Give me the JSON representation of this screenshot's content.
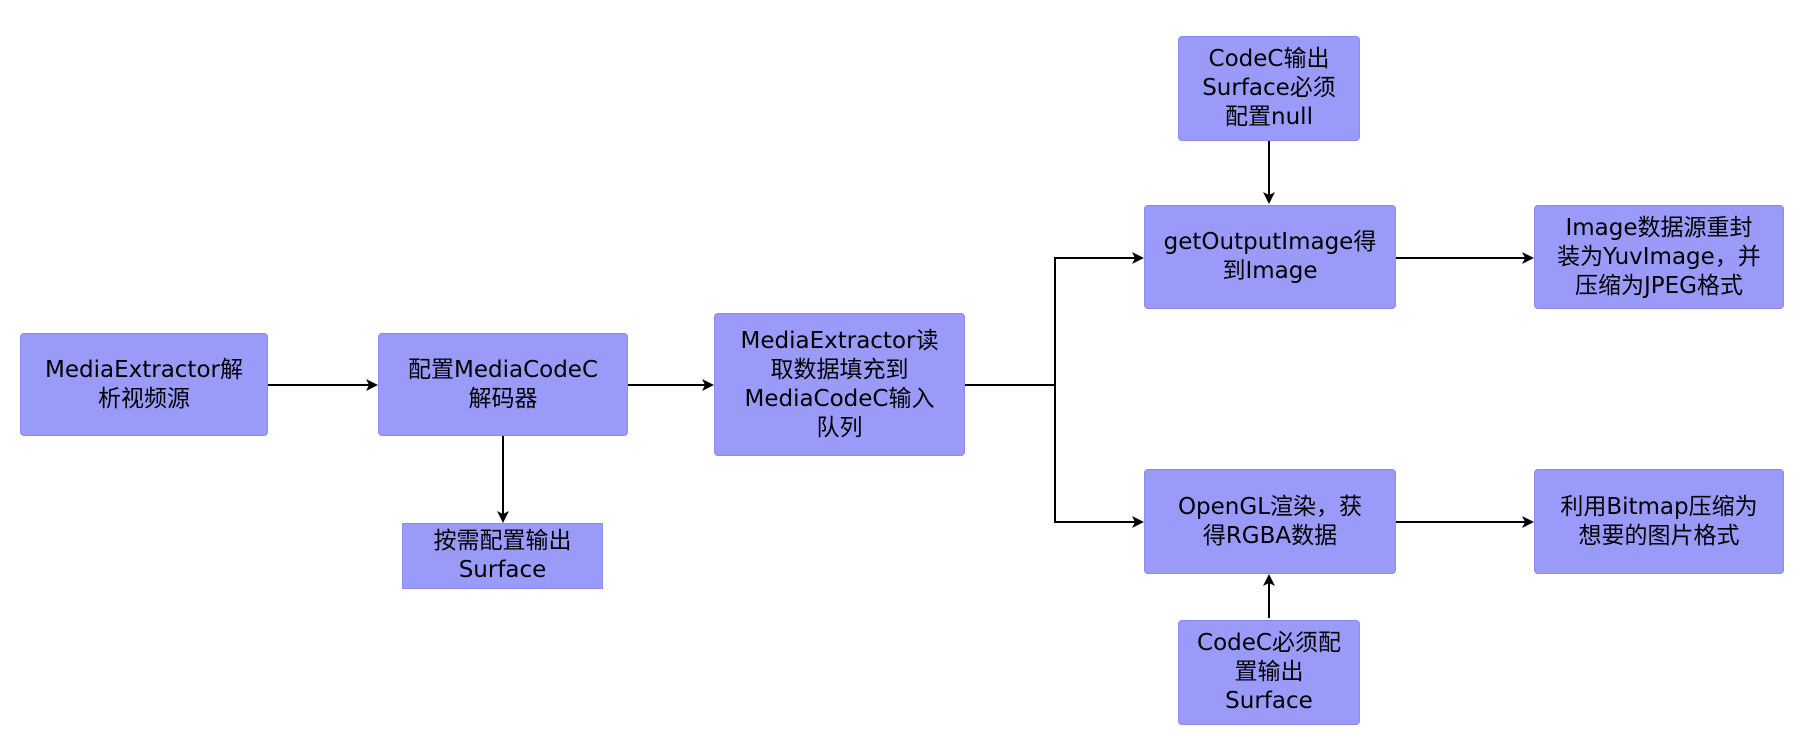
{
  "colors": {
    "node_fill": "#9a9af8",
    "edge": "#000000",
    "background": "#ffffff"
  },
  "nodes": {
    "extractor_parse": {
      "lines": [
        "MediaExtractor解",
        "析视频源"
      ]
    },
    "config_codec": {
      "lines": [
        "配置MediaCodeC",
        "解码器"
      ]
    },
    "config_surface": {
      "lines": [
        "按需配置输出",
        "Surface"
      ]
    },
    "extractor_read": {
      "lines": [
        "MediaExtractor读",
        "取数据填充到",
        "MediaCodeC输入",
        "队列"
      ]
    },
    "codec_null": {
      "lines": [
        "CodeC输出",
        "Surface必须",
        "配置null"
      ]
    },
    "get_output_image": {
      "lines": [
        "getOutputImage得",
        "到Image"
      ]
    },
    "yuv_jpeg": {
      "lines": [
        "Image数据源重封",
        "装为YuvImage，并",
        "压缩为JPEG格式"
      ]
    },
    "opengl_render": {
      "lines": [
        "OpenGL渲染，获",
        "得RGBA数据"
      ]
    },
    "bitmap_compress": {
      "lines": [
        "利用Bitmap压缩为",
        "想要的图片格式"
      ]
    },
    "codec_surface": {
      "lines": [
        "CodeC必须配",
        "置输出",
        "Surface"
      ]
    }
  },
  "edges": [
    {
      "from": "extractor_parse",
      "to": "config_codec"
    },
    {
      "from": "config_codec",
      "to": "config_surface"
    },
    {
      "from": "config_codec",
      "to": "extractor_read"
    },
    {
      "from": "extractor_read",
      "to": "get_output_image"
    },
    {
      "from": "extractor_read",
      "to": "opengl_render"
    },
    {
      "from": "codec_null",
      "to": "get_output_image"
    },
    {
      "from": "get_output_image",
      "to": "yuv_jpeg"
    },
    {
      "from": "codec_surface",
      "to": "opengl_render"
    },
    {
      "from": "opengl_render",
      "to": "bitmap_compress"
    }
  ]
}
